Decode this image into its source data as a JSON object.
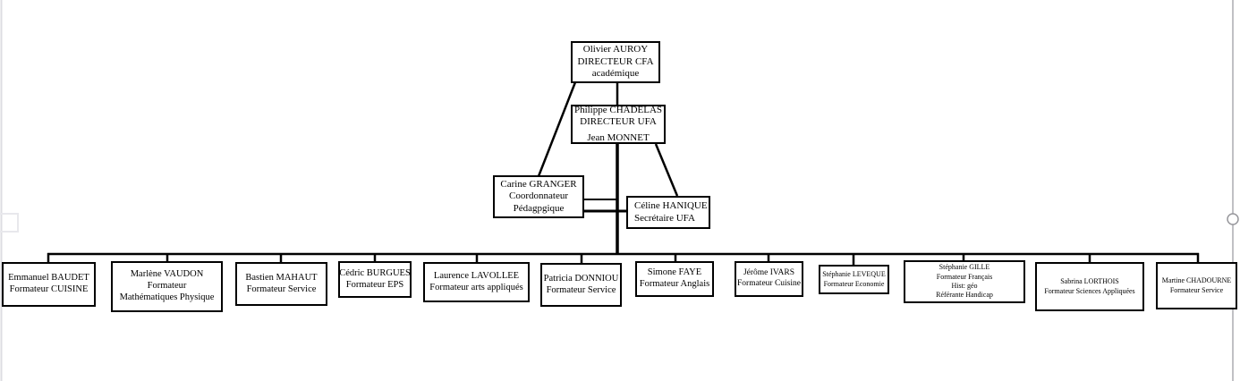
{
  "colors": {
    "box_border": "#000000",
    "box_background": "#ffffff",
    "page_background": "#ffffff",
    "connector": "#000000",
    "page_edge_gray": "#aeaeb4"
  },
  "nodes": {
    "auroy": {
      "lines": [
        "Olivier AUROY",
        "DIRECTEUR CFA",
        "académique"
      ]
    },
    "chadelas": {
      "lines": [
        "Philippe CHADELAS",
        "DIRECTEUR UFA",
        "Jean MONNET"
      ]
    },
    "granger": {
      "lines": [
        "Carine GRANGER",
        "Coordonnateur",
        "Pédagpgique"
      ]
    },
    "hanique": {
      "lines": [
        "Céline HANIQUE",
        "Secrétaire UFA"
      ]
    },
    "baudet": {
      "lines": [
        "Emmanuel BAUDET",
        "Formateur CUISINE"
      ]
    },
    "vaudon": {
      "lines": [
        "Marlène VAUDON",
        "Formateur",
        "Mathématiques Physique"
      ]
    },
    "mahaut": {
      "lines": [
        "Bastien MAHAUT",
        "Formateur Service"
      ]
    },
    "burgues": {
      "lines": [
        "Cédric BURGUES",
        "Formateur EPS"
      ]
    },
    "lavollee": {
      "lines": [
        "Laurence LAVOLLEE",
        "Formateur arts appliqués"
      ]
    },
    "donniou": {
      "lines": [
        "Patricia DONNIOU",
        "Formateur Service"
      ]
    },
    "faye": {
      "lines": [
        "Simone FAYE",
        "Formateur Anglais"
      ]
    },
    "ivars": {
      "lines": [
        "Jérôme IVARS",
        "Formateur Cuisine"
      ]
    },
    "leveque": {
      "lines": [
        "Stéphanie LEVEQUE",
        "Formateur Economie"
      ]
    },
    "gille": {
      "lines": [
        "Stéphanie GILLE",
        "Formateur Français",
        "Hist: géo",
        "Référante Handicap"
      ]
    },
    "lorthois": {
      "lines": [
        "Sabrina LORTHOIS",
        "Formateur Sciences Appliquées"
      ]
    },
    "chadourne": {
      "lines": [
        "Martine CHADOURNE",
        "Formateur Service"
      ]
    }
  }
}
